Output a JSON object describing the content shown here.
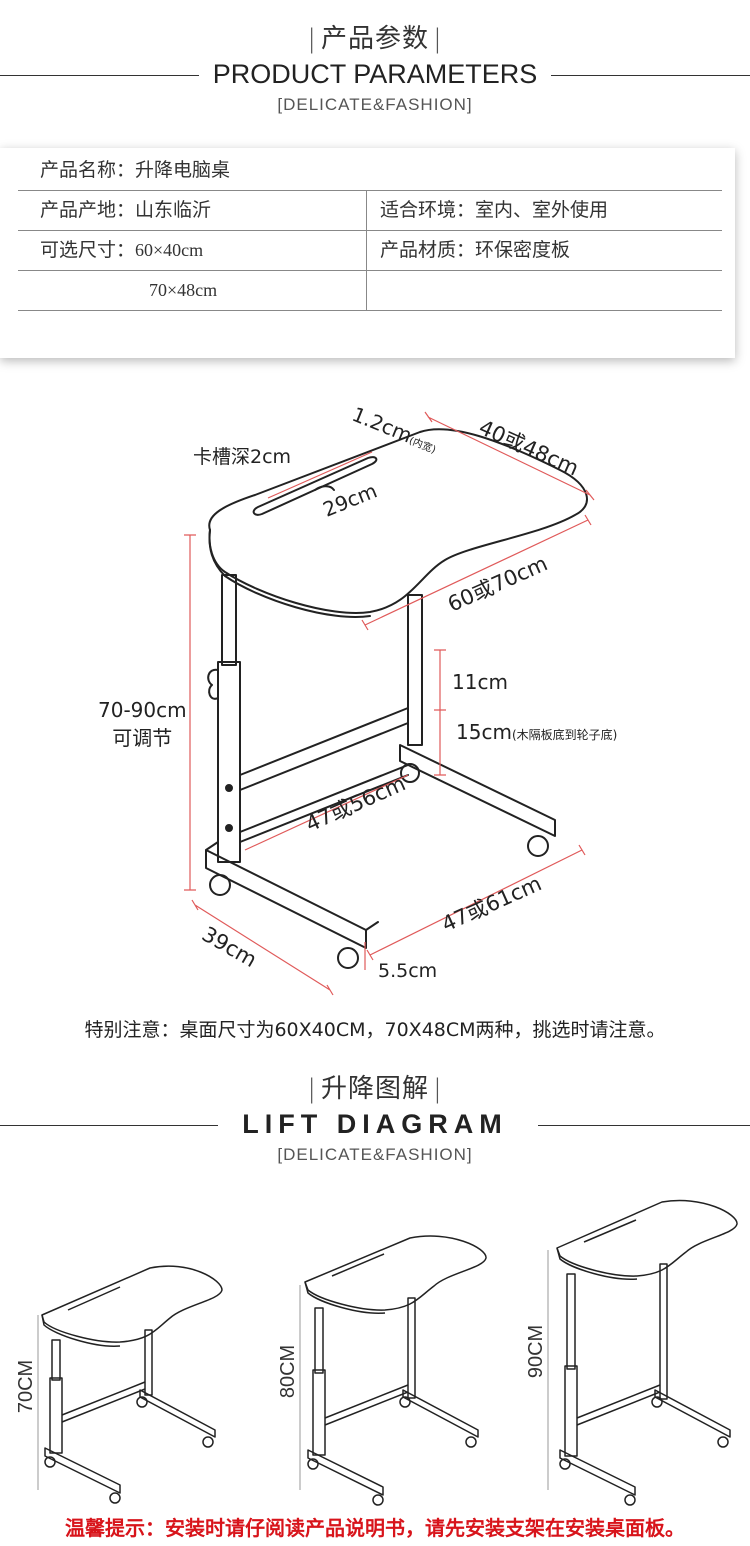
{
  "section1": {
    "cn_title": "产品参数",
    "bar": "|",
    "en_title": "PRODUCT PARAMETERS",
    "en_sub": "[DELICATE&FASHION]"
  },
  "params": {
    "name": "产品名称：升降电脑桌",
    "origin": "产品产地：山东临沂",
    "env": "适合环境：室内、室外使用",
    "size_label": "可选尺寸：",
    "size1": "60×40cm",
    "material": "产品材质：环保密度板",
    "size2": "70×48cm"
  },
  "diagram": {
    "slot_depth": "卡槽深2cm",
    "slot_width": "1.2cm",
    "slot_width_note": "(内宽)",
    "slot_length": "29cm",
    "top_depth": "40或48cm",
    "top_width": "60或70cm",
    "height": "70-90cm",
    "adjustable": "可调节",
    "bar_gap": "11cm",
    "clearance": "15cm",
    "clearance_note": "(木隔板底到轮子底)",
    "inner_width": "47或56cm",
    "base_length": "47或61cm",
    "base_width": "39cm",
    "wheel": "5.5cm"
  },
  "note": "特别注意：桌面尺寸为60X40CM，70X48CM两种，挑选时请注意。",
  "section2": {
    "cn_title": "升降图解",
    "bar": "|",
    "en_title": "LIFT DIAGRAM",
    "en_sub": "[DELICATE&FASHION]"
  },
  "lift": {
    "h1": "70CM",
    "h2": "80CM",
    "h3": "90CM"
  },
  "warning": "温馨提示：安装时请仔阅读产品说明书，请先安装支架在安装桌面板。",
  "colors": {
    "warning": "#d8141b",
    "dimension": "#e05a5a",
    "line": "#222222"
  }
}
